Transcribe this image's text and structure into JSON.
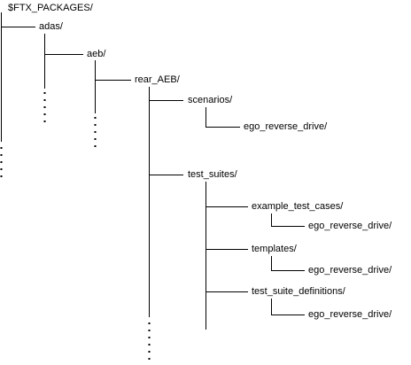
{
  "tree": {
    "root_label": "$FTX_PACKAGES/",
    "adas_label": "adas/",
    "aeb_label": "aeb/",
    "rear_aeb_label": "rear_AEB/",
    "scenarios_label": "scenarios/",
    "scenarios_child_label": "ego_reverse_drive/",
    "test_suites_label": "test_suites/",
    "example_test_cases_label": "example_test_cases/",
    "example_test_cases_child_label": "ego_reverse_drive/",
    "templates_label": "templates/",
    "templates_child_label": "ego_reverse_drive/",
    "test_suite_definitions_label": "test_suite_definitions/",
    "test_suite_definitions_child_label": "ego_reverse_drive/"
  },
  "colors": {
    "line": "#000000",
    "text": "#000000",
    "background": "#ffffff"
  }
}
